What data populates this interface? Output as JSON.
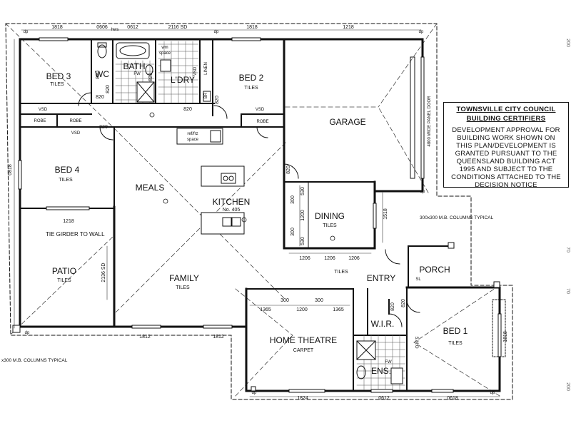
{
  "rooms": {
    "bed3": "BED 3",
    "wc": "WC",
    "bath": "BATH",
    "laundry": "L'DRY",
    "bed2": "BED 2",
    "garage": "GARAGE",
    "bed4": "BED 4",
    "meals": "MEALS",
    "kitchen": "KITCHEN",
    "kitchen_sub": "No. 405",
    "dining": "DINING",
    "patio": "PATIO",
    "family": "FAMILY",
    "entry": "ENTRY",
    "porch": "PORCH",
    "home_theatre": "HOME THEATRE",
    "wir": "W.I.R.",
    "ens": "ENS.",
    "bed1": "BED 1"
  },
  "finishes": {
    "tiles": "TILES",
    "carpet": "CARPET"
  },
  "fixtures": {
    "robe": "ROBE",
    "vsd": "VSD",
    "hws": "hws",
    "fw": "FW",
    "wm_space": "wm",
    "wm_space2": "space",
    "linen": "LINEN",
    "br": "BR",
    "ref_space": "ref/frz",
    "ref_space2": "space",
    "smo": "S.M.O",
    "sl": "SL",
    "dp": "dp",
    "garage_door": "4800 WIDE PANEL DOOR"
  },
  "dimensions": {
    "top": [
      "1818",
      "0606",
      "0612",
      "2116 SD",
      "1818",
      "1218"
    ],
    "doors": "820",
    "door_garage": "820",
    "door_ens": "820",
    "door_bed1": "820",
    "left_side": "0818",
    "patio_top": "1218",
    "patio_height": "2136 SD",
    "family_bottom": [
      "1812",
      "1812"
    ],
    "dining_side": "1518",
    "dining_left": [
      "530",
      "300",
      "1200",
      "300",
      "530"
    ],
    "dining_bottom": [
      "1206",
      "1206",
      "1206"
    ],
    "theatre_top": [
      "1365",
      "300",
      "1200",
      "300",
      "1365"
    ],
    "bottom": [
      "1824",
      "0612",
      "0618"
    ],
    "bed1_side": "1818"
  },
  "annotations": {
    "tie_girder": "TIE GIRDER TO WALL",
    "columns_right": "300x300 M.B. COLUMNS TYPICAL",
    "columns_left": "x300 M.B. COLUMNS TYPICAL",
    "edge_labels": [
      "200",
      "70",
      "70",
      "200"
    ]
  },
  "notice": {
    "line1": "TOWNSVILLE CITY COUNCIL",
    "line2": "BUILDING CERTIFIERS",
    "body": "DEVELOPMENT APPROVAL FOR BUILDING WORK SHOWN ON THIS PLAN/DEVELOPMENT IS GRANTED PURSUANT TO THE QUEENSLAND BUILDING ACT 1995 AND SUBJECT TO THE CONDITIONS ATTACHED TO THE DECISION NOTICE"
  }
}
